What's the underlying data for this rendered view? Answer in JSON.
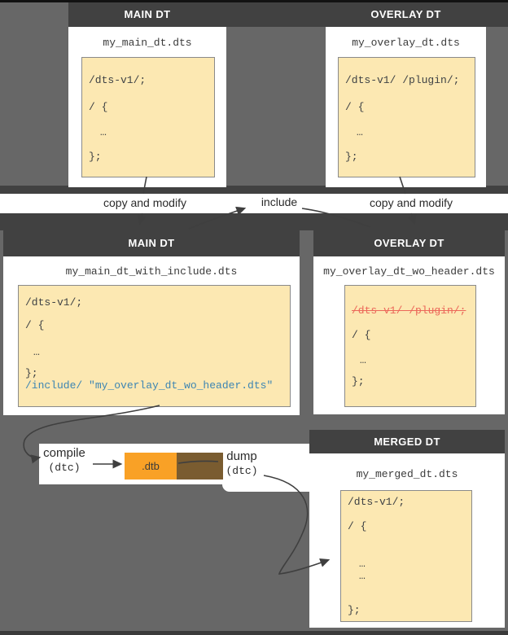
{
  "boxes": {
    "top_main": {
      "header": "MAIN DT",
      "filename": "my_main_dt.dts",
      "code": [
        "/dts-v1/;",
        "/ {",
        "…",
        "};"
      ]
    },
    "top_overlay": {
      "header": "OVERLAY DT",
      "filename": "my_overlay_dt.dts",
      "code": [
        "/dts-v1/ /plugin/;",
        "/ {",
        "…",
        "};"
      ]
    },
    "mid_main": {
      "header": "MAIN DT",
      "filename": "my_main_dt_with_include.dts",
      "code": [
        "/dts-v1/;",
        "/ {",
        "…",
        "};"
      ],
      "include_line": "/include/ \"my_overlay_dt_wo_header.dts\""
    },
    "mid_overlay": {
      "header": "OVERLAY DT",
      "filename": "my_overlay_dt_wo_header.dts",
      "removed_line": "/dts-v1/ /plugin/;",
      "code": [
        "/ {",
        "…",
        "};"
      ]
    },
    "merged": {
      "header": "MERGED DT",
      "filename": "my_merged_dt.dts",
      "code": [
        "/dts-v1/;",
        "/ {",
        "…",
        "…",
        "};"
      ]
    }
  },
  "labels": {
    "copy_and_modify_left": "copy and modify",
    "include": "include",
    "copy_and_modify_right": "copy and modify",
    "compile": "compile",
    "compile_tool": "(dtc)",
    "dtb": ".dtb",
    "dump": "dump",
    "dump_tool": "(dtc)"
  },
  "colors": {
    "background": "#676767",
    "header_bar": "#414141",
    "code_box_fill": "#fce8b2",
    "include_blue": "#3d85b3",
    "removed_red": "#ec685a",
    "dtb_orange": "#f9a126",
    "dtb_brown": "#7a5c30",
    "arrow": "#3f3f3f"
  }
}
